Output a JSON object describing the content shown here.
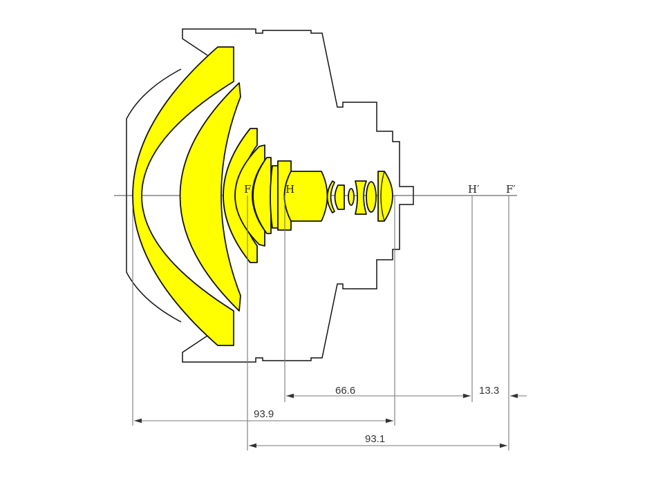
{
  "diagram": {
    "points": {
      "F": "F",
      "H": "H",
      "H_prime": "H′",
      "F_prime": "F′"
    },
    "dimensions": {
      "h_to_last_lens": "66.6",
      "back_focal_h": "13.3",
      "total_length": "93.9",
      "focal_span": "93.1"
    },
    "colors": {
      "lens": "#ffff00",
      "outline": "#111111",
      "dimension": "#777777"
    }
  }
}
